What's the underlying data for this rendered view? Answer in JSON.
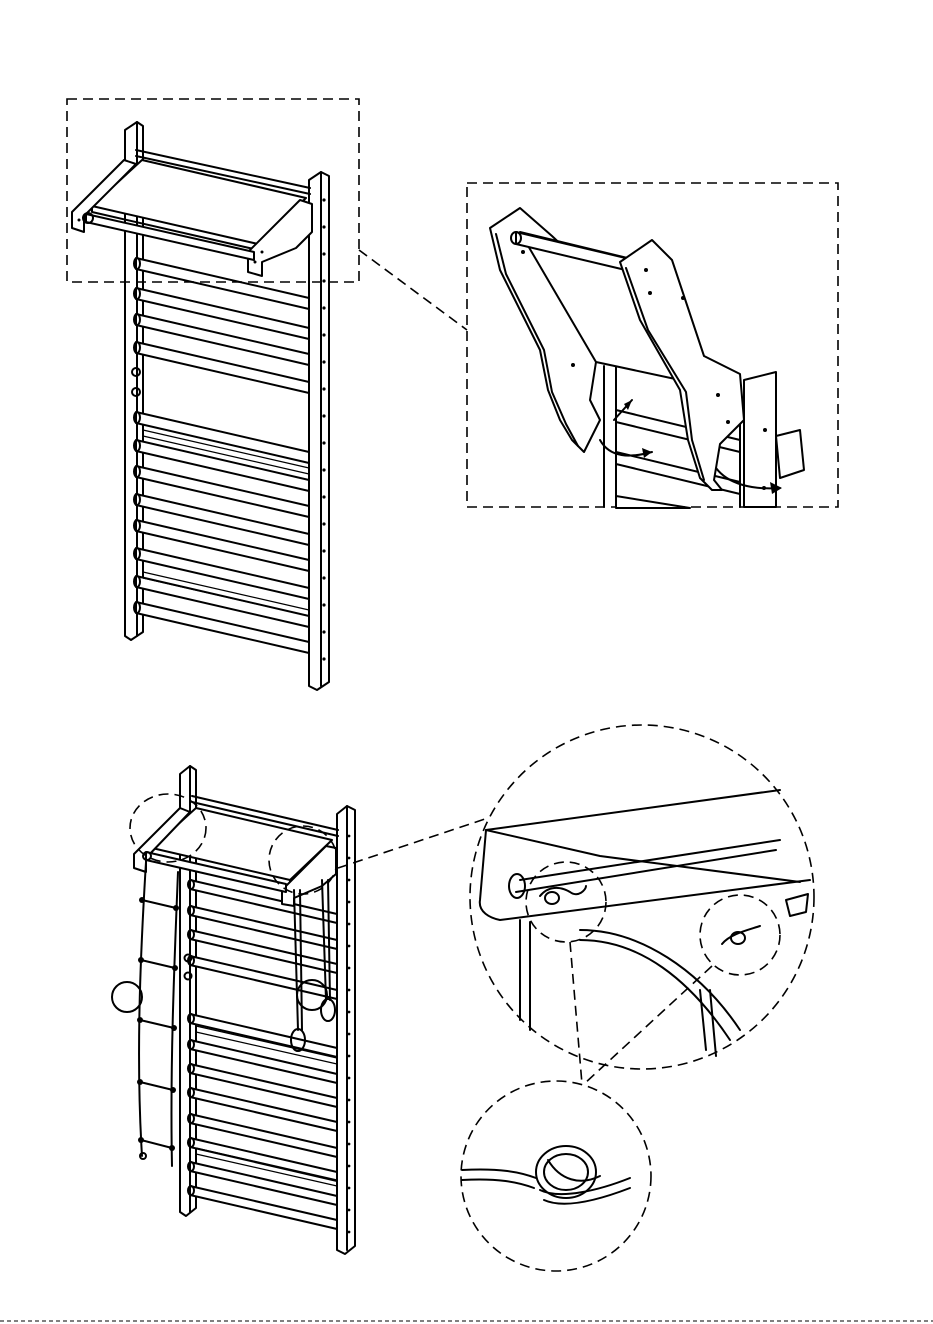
{
  "figure": {
    "steps": [
      {
        "id": "step-top",
        "items": [
          "wall-bars",
          "pull-up-bar-attachment",
          "detail-bracket-hooking"
        ]
      },
      {
        "id": "step-bottom",
        "items": [
          "wall-bars-with-accessories",
          "rope-ladder",
          "gymnastic-rings",
          "detail-knot-tie",
          "detail-knot-closeup"
        ]
      }
    ]
  },
  "colors": {
    "ink": "#000000",
    "paper": "#ffffff"
  }
}
